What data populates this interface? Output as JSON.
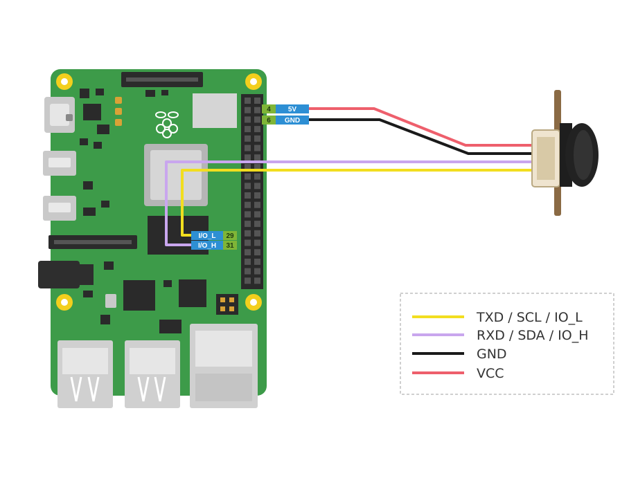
{
  "pins": {
    "top": [
      {
        "number": "4",
        "label": "5V"
      },
      {
        "number": "6",
        "label": "GND"
      }
    ],
    "bottom": [
      {
        "number": "29",
        "label": "I/O_L"
      },
      {
        "number": "31",
        "label": "I/O_H"
      }
    ]
  },
  "legend": [
    {
      "label": "TXD / SCL / IO_L",
      "color": "#f2de1f"
    },
    {
      "label": "RXD / SDA / IO_H",
      "color": "#c9a6ee"
    },
    {
      "label": "GND",
      "color": "#1a1a1a"
    },
    {
      "label": "VCC",
      "color": "#ee5f6c"
    }
  ],
  "colors": {
    "board": "#3d9b49",
    "pin_number_bg": "#7fb537",
    "pin_label_bg": "#2d8fd4",
    "wire_vcc": "#ee5f6c",
    "wire_gnd": "#1a1a1a",
    "wire_txd": "#f2de1f",
    "wire_rxd": "#c9a6ee"
  }
}
